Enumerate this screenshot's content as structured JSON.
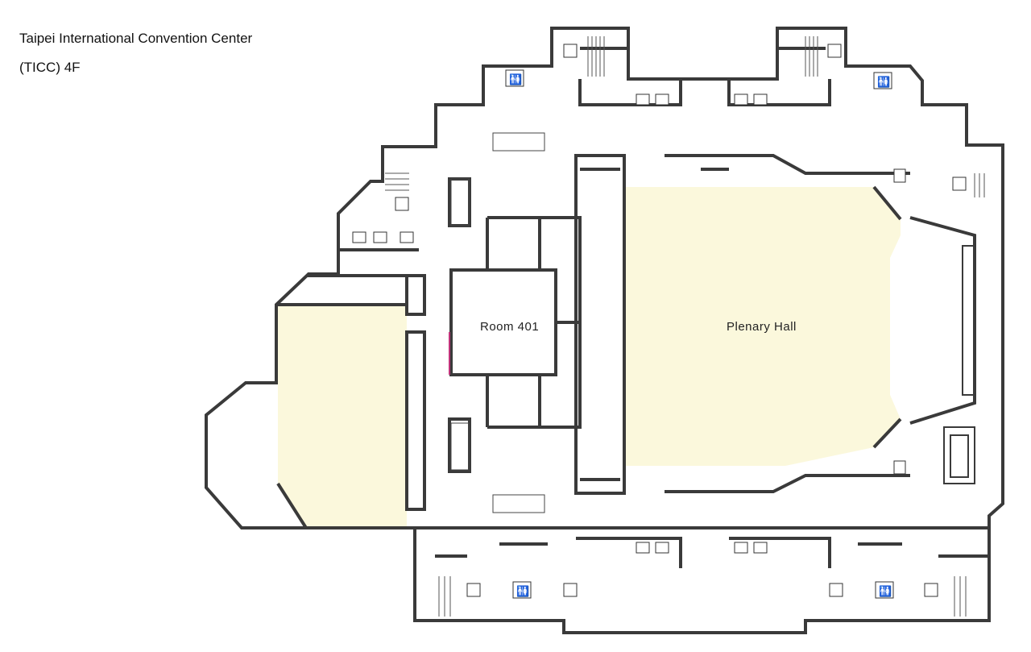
{
  "header": {
    "title_line1": "Taipei International Convention Center",
    "title_line2": "(TICC) 4F"
  },
  "rooms": [
    {
      "label": "Room 401"
    },
    {
      "label": "Plenary Hall"
    }
  ],
  "colors": {
    "hall_fill": "#fbf8dc",
    "wall": "#3a3a3a"
  },
  "icons": [
    "restroom-icon",
    "emergency-exit-icon",
    "elevator-icon",
    "escalator-icon",
    "stairs-icon"
  ]
}
